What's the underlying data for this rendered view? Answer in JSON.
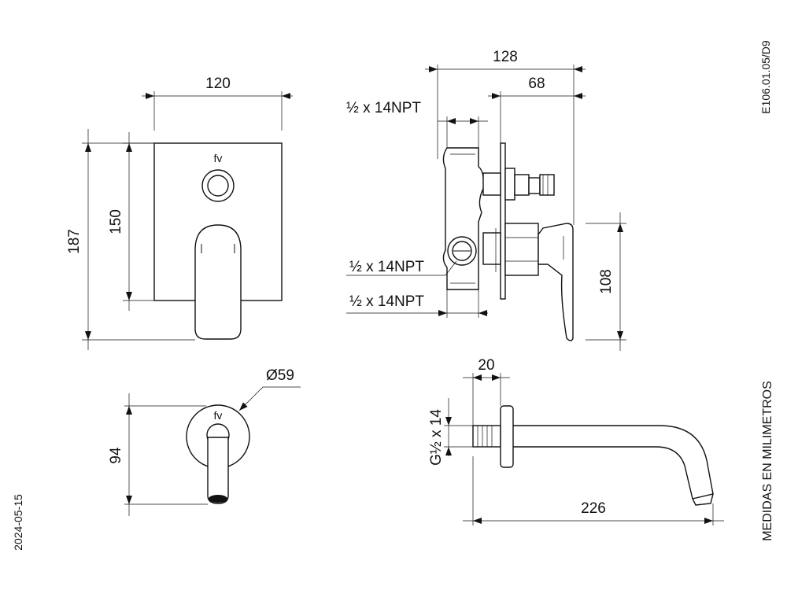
{
  "drawing_code": "E106.01.05/D9",
  "units_note": "MEDIDAS EN MILIMETROS",
  "date": "2024-05-15",
  "brand_mark": "fv",
  "dimensions": {
    "front_width": "120",
    "front_total_height": "187",
    "front_plate_height": "150",
    "side_total_depth": "128",
    "side_body_depth": "68",
    "thread_top": "½ x 14NPT",
    "thread_middle": "½ x 14NPT",
    "thread_bottom": "½ x 14NPT",
    "side_handle_height": "108",
    "spout_flange_diameter": "Ø59",
    "spout_front_height": "94",
    "spout_thread_length": "20",
    "spout_thread": "G½ x 14",
    "spout_length": "226"
  }
}
